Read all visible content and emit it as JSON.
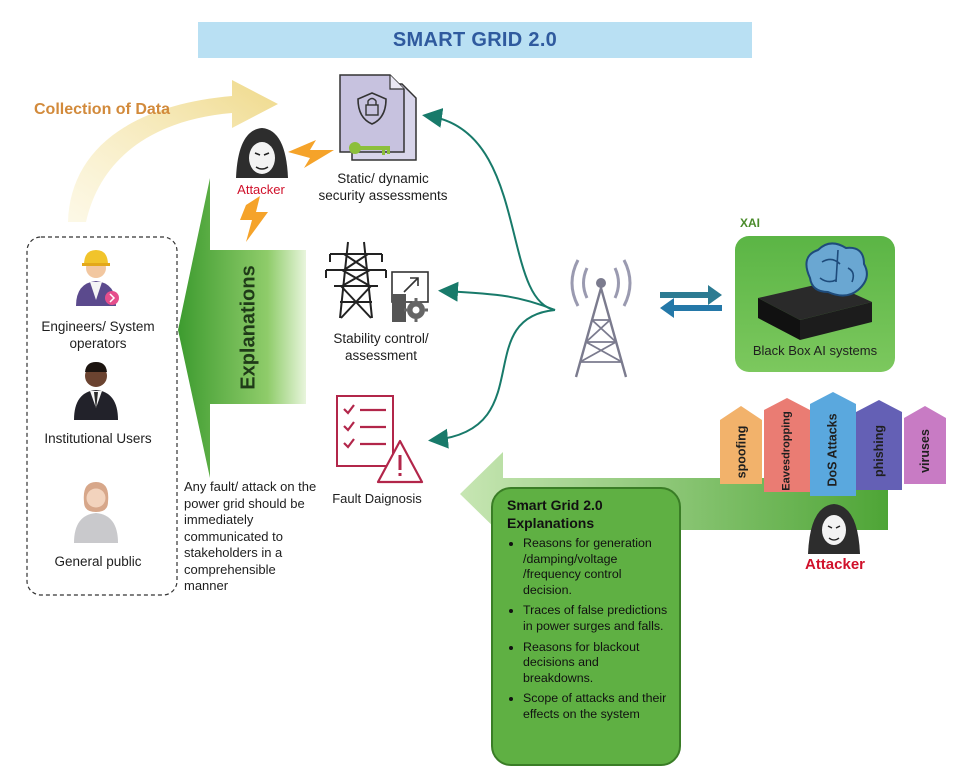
{
  "title": "SMART GRID 2.0",
  "collection_label": "Collection of Data",
  "explanations_label": "Explanations",
  "stakeholders": [
    {
      "label": "Engineers/ System operators"
    },
    {
      "label": "Institutional Users"
    },
    {
      "label": "General public"
    }
  ],
  "left_note": "Any fault/ attack on the power grid should be immediately communicated to stakeholders in a comprehensible manner",
  "attacker_label": "Attacker",
  "processes": {
    "security": "Static/ dynamic security assessments",
    "stability": "Stability control/ assessment",
    "fault": "Fault Daignosis"
  },
  "xai_label": "XAI",
  "black_box_label": "Black Box AI systems",
  "attacks": [
    "spoofing",
    "Eavesdropping",
    "DoS Attacks",
    "phishing",
    "viruses"
  ],
  "attack_colors": [
    "#f2b26b",
    "#ea7c73",
    "#5aa8de",
    "#6460b5",
    "#c87bc4"
  ],
  "explanation_box": {
    "title": "Smart Grid 2.0 Explanations",
    "items": [
      "Reasons for generation /damping/voltage /frequency control decision.",
      "Traces of false predictions in power surges and falls.",
      "Reasons for blackout decisions and breakdowns.",
      "Scope of attacks and their effects on the system"
    ]
  },
  "colors": {
    "title_bg": "#b9e0f3",
    "title_text": "#2f5a9e",
    "green": "#5fb043",
    "attacker_red": "#d0112b",
    "teal_arrow": "#187a6a"
  }
}
